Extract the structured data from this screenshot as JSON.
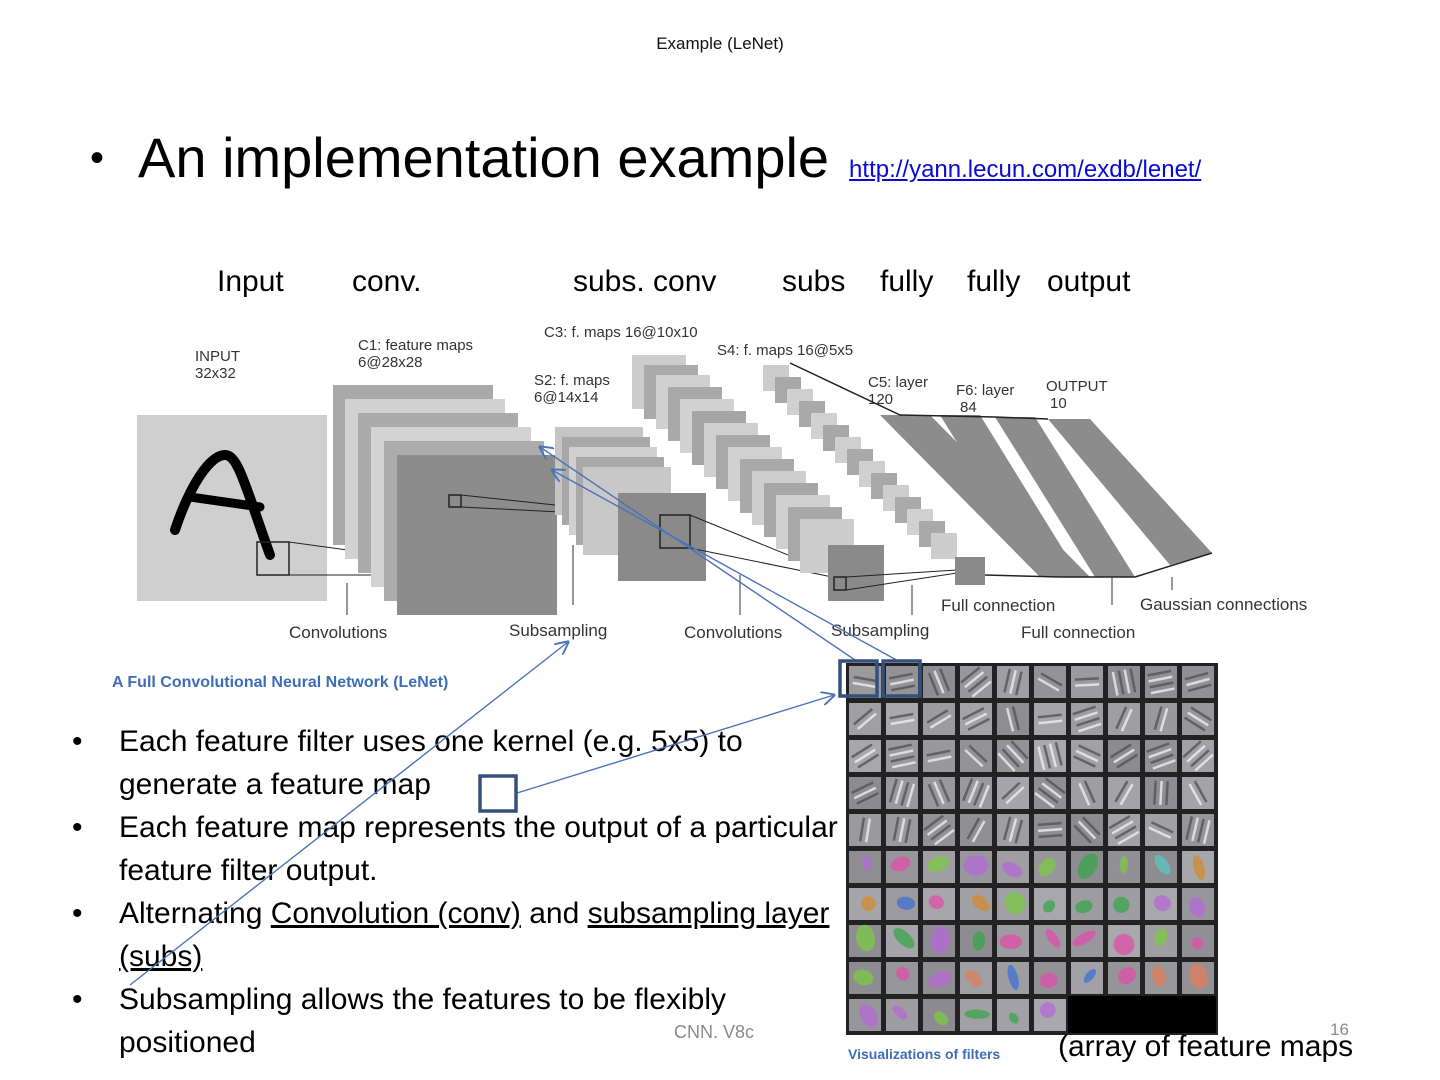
{
  "slide": {
    "title": "Example (LeNet)",
    "main_bullet": "An implementation example",
    "link": "http://yann.lecun.com/exdb/lenet/"
  },
  "layer_labels": [
    "Input",
    "conv.",
    "subs. conv",
    "subs",
    "fully",
    "fully",
    "output"
  ],
  "diagram": {
    "input_label": [
      "INPUT",
      "32x32"
    ],
    "c1_label": [
      "C1: feature maps",
      "6@28x28"
    ],
    "s2_label": [
      "S2: f. maps",
      "6@14x14"
    ],
    "c3_label": "C3: f. maps 16@10x10",
    "s4_label": "S4: f. maps 16@5x5",
    "c5_label": [
      "C5: layer",
      "120"
    ],
    "f6_label": [
      "F6: layer",
      "84"
    ],
    "output_label": [
      "OUTPUT",
      "10"
    ],
    "bottom_labels": {
      "convolutions_1": "Convolutions",
      "subsampling_1": "Subsampling",
      "convolutions_2": "Convolutions",
      "subsampling_2": "Subsampling",
      "full_connection_1": "Full connection",
      "full_connection_2": "Full connection",
      "gaussian": "Gaussian connections"
    },
    "caption": "A Full Convolutional  Neural Network (LeNet)",
    "digit": "A"
  },
  "bullets": [
    {
      "parts": [
        {
          "text": "Each feature filter uses one kernel (e.g. 5x5) to generate a feature map",
          "u": false
        }
      ]
    },
    {
      "parts": [
        {
          "text": "Each feature map represents the output of a particular feature filter output.",
          "u": false
        }
      ]
    },
    {
      "parts": [
        {
          "text": "Alternating ",
          "u": false
        },
        {
          "text": "Convolution (conv)",
          "u": true
        },
        {
          "text": " and ",
          "u": false
        },
        {
          "text": "subsampling layer (subs)",
          "u": true
        }
      ]
    },
    {
      "parts": [
        {
          "text": "Subsampling allows the features to be flexibly positioned",
          "u": false
        }
      ]
    }
  ],
  "filters": {
    "caption": "Visualizations of filters",
    "rows": 10,
    "cols": 10,
    "colored_from_row": 5,
    "blank_cells_last_row": 4
  },
  "filters_caption_side": "(array of feature maps",
  "footer": {
    "center": "CNN. V8c",
    "page": "16"
  },
  "colors": {
    "link": "#0a0ad6",
    "arrow": "#4a74b8",
    "highlight_box": "#35507a",
    "caption_blue": "#3e6db5"
  }
}
